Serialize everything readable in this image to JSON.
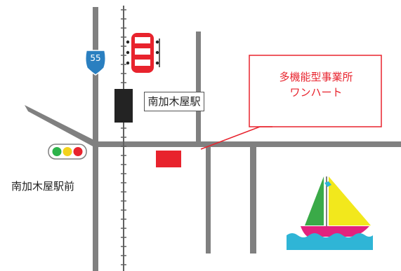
{
  "labels": {
    "station_name": "南加木屋駅",
    "intersection_name": "南加木屋駅前",
    "route_number": "55",
    "facility_line1": "多機能型事業所",
    "facility_line2": "ワンハート"
  },
  "colors": {
    "road": "#808080",
    "railway": "#606060",
    "accent_red": "#e8232d",
    "train_body": "#e8232d",
    "route_shield": "#2a7fc0",
    "signal_green": "#2db34a",
    "signal_yellow": "#f3d21c",
    "signal_red": "#e8232d",
    "sail_yellow": "#f2e81c",
    "sail_green": "#3aaa48",
    "boat_hull": "#e2227e",
    "sea": "#2fb5d6"
  },
  "icons": [
    "train-icon",
    "route-shield-icon",
    "traffic-signal-icon",
    "station-building-icon",
    "facility-marker",
    "sailboat-icon"
  ]
}
